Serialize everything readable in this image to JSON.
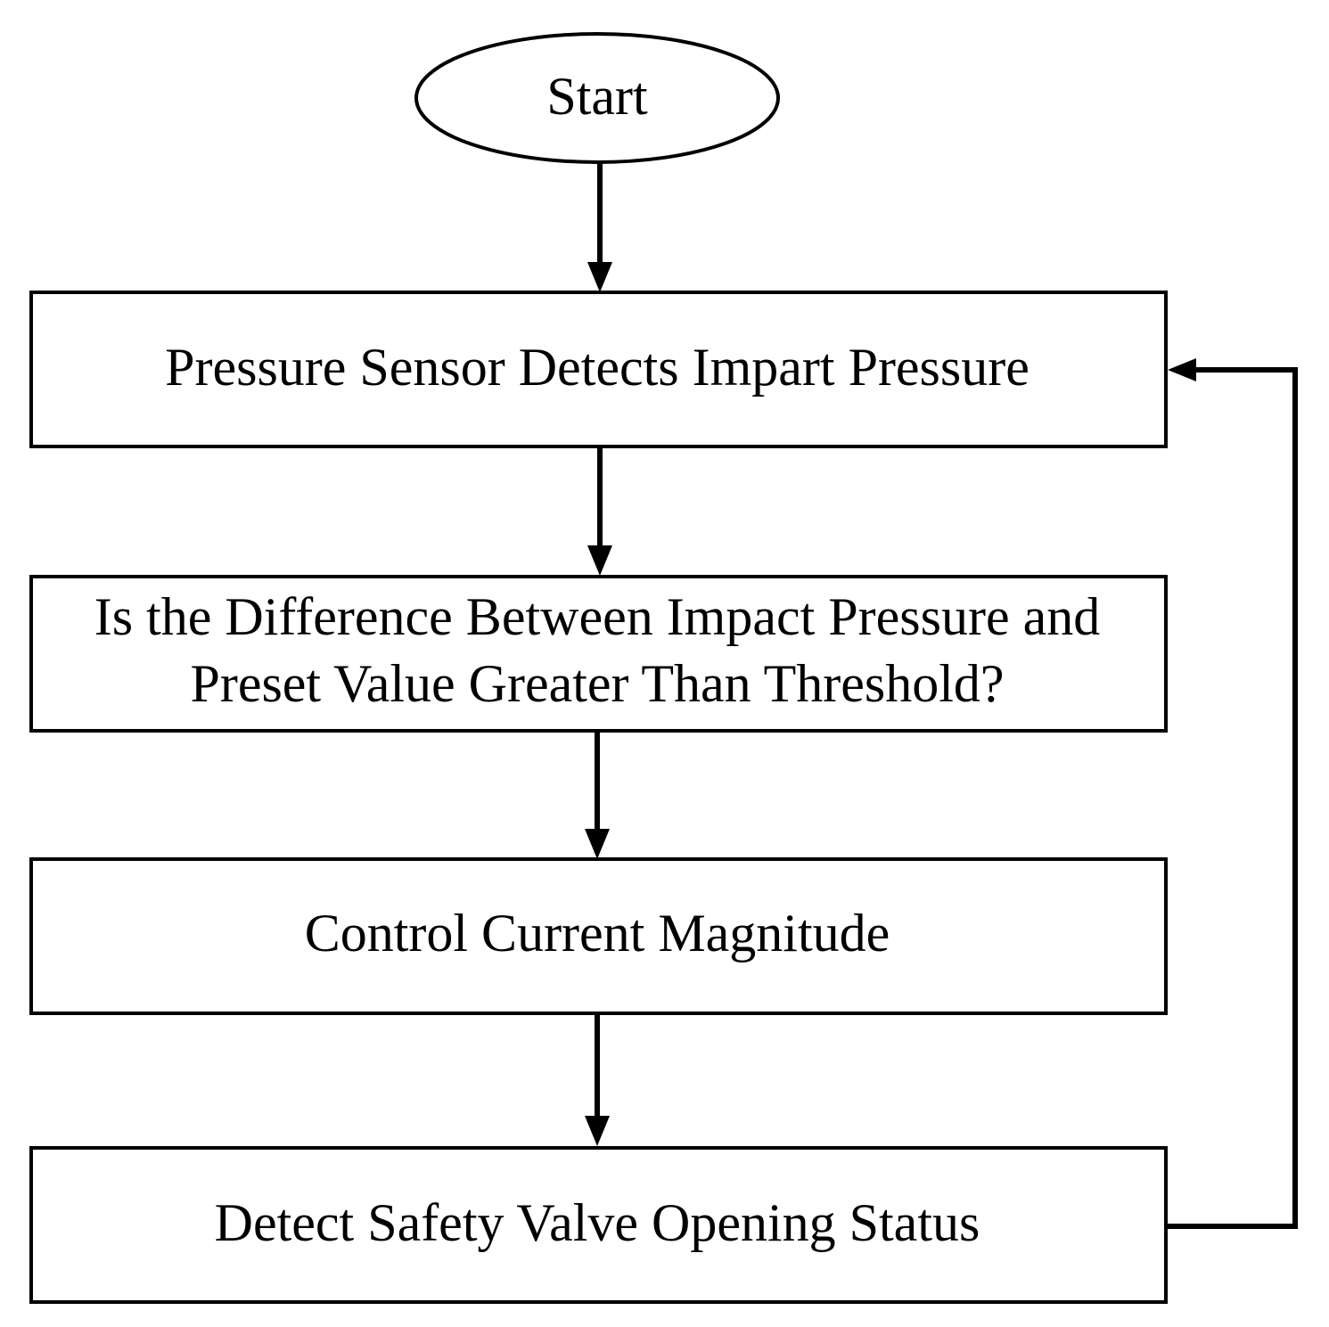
{
  "diagram": {
    "type": "flowchart",
    "start": {
      "label": "Start"
    },
    "steps": [
      {
        "id": "detect_pressure",
        "lines": [
          "Pressure Sensor Detects Impart Pressure"
        ]
      },
      {
        "id": "difference_check",
        "lines": [
          "Is the Difference Between Impact Pressure and",
          "Preset Value Greater Than Threshold?"
        ]
      },
      {
        "id": "control_current",
        "lines": [
          "Control Current Magnitude"
        ]
      },
      {
        "id": "detect_valve",
        "lines": [
          "Detect Safety Valve Opening Status"
        ]
      }
    ],
    "edges": [
      {
        "from": "start",
        "to": "detect_pressure"
      },
      {
        "from": "detect_pressure",
        "to": "difference_check"
      },
      {
        "from": "difference_check",
        "to": "control_current"
      },
      {
        "from": "control_current",
        "to": "detect_valve"
      },
      {
        "from": "detect_valve",
        "to": "detect_pressure",
        "kind": "loop-back"
      }
    ],
    "colors": {
      "stroke": "#000000",
      "fill": "#ffffff",
      "text": "#000000"
    }
  }
}
